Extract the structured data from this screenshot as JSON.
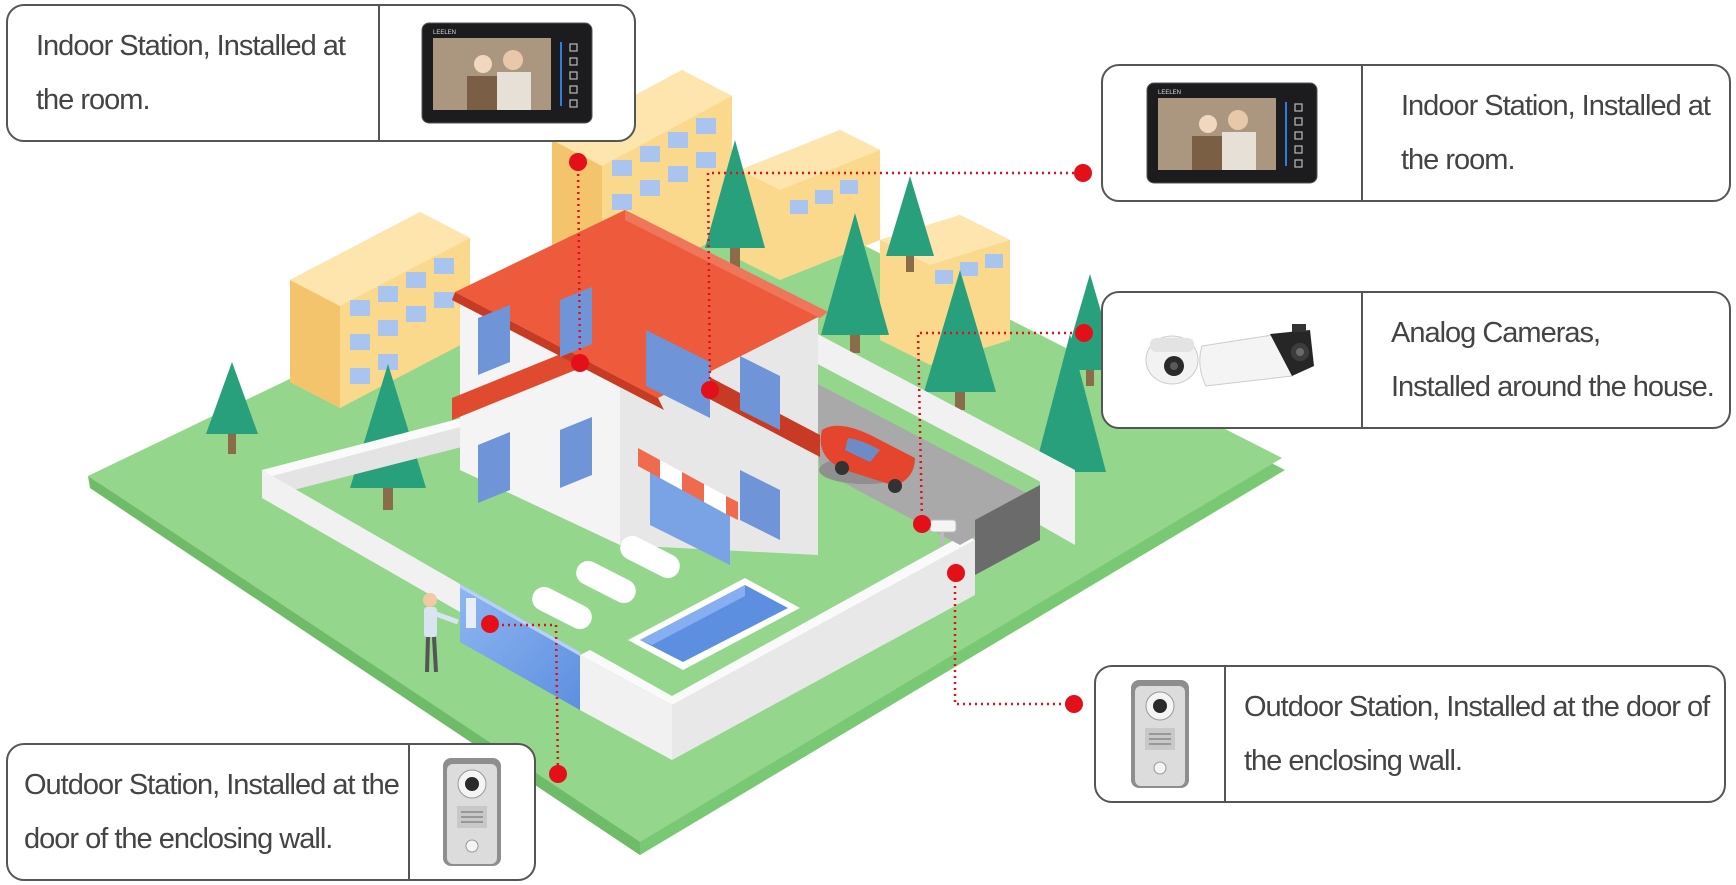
{
  "callouts": {
    "indoor_top_left": {
      "lines": [
        "Indoor Station, Installed at",
        "the room."
      ]
    },
    "indoor_top_right": {
      "lines": [
        "Indoor Station, Installed at",
        "the room."
      ]
    },
    "cameras": {
      "lines": [
        "Analog Cameras,",
        "Installed around the house."
      ]
    },
    "outdoor_right": {
      "lines": [
        "Outdoor Station, Installed at the door  of",
        "the enclosing wall."
      ]
    },
    "outdoor_left": {
      "lines": [
        "Outdoor Station, Installed at the",
        "door of the enclosing wall."
      ]
    }
  },
  "device_brand": "LEELEN",
  "colors": {
    "accent_red": "#e3101a",
    "lawn": "#8fd58a",
    "roof": "#e2492e",
    "wall": "#f1f1f1",
    "building": "#fbd98c",
    "tree": "#28a07c",
    "border": "#555555",
    "text": "#444444"
  }
}
